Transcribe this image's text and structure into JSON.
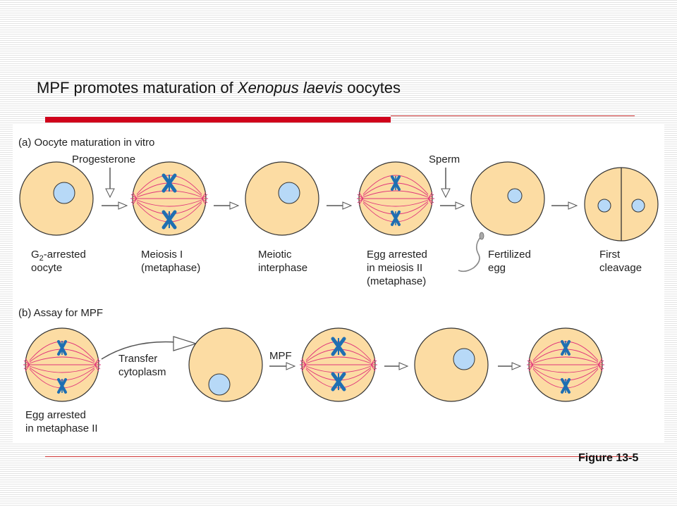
{
  "slide": {
    "title_pre": "MPF promotes maturation of ",
    "title_italic": "Xenopus laevis",
    "title_post": " oocytes",
    "figure_label": "Figure 13-5",
    "accent_color": "#d0021b"
  },
  "diagram": {
    "colors": {
      "cell": "#fcdca3",
      "nucleus": "#b7d9f7",
      "chromosome": "#1f6fb2",
      "spindle": "#e0337a"
    },
    "panel_a": {
      "heading": "(a)  Oocyte maturation in vitro",
      "progesterone": "Progesterone",
      "sperm": "Sperm",
      "stages": [
        [
          "G2-arrested",
          "oocyte"
        ],
        [
          "Meiosis I",
          "(metaphase)"
        ],
        [
          "Meiotic",
          "interphase"
        ],
        [
          "Egg arrested",
          "in meiosis II",
          "(metaphase)"
        ],
        [
          "Fertilized",
          "egg"
        ],
        [
          "First",
          "cleavage"
        ]
      ]
    },
    "panel_b": {
      "heading": "(b)  Assay for MPF",
      "transfer": [
        "Transfer",
        "cytoplasm"
      ],
      "mpf": "MPF",
      "donor": [
        "Egg arrested",
        "in metaphase II"
      ]
    }
  }
}
